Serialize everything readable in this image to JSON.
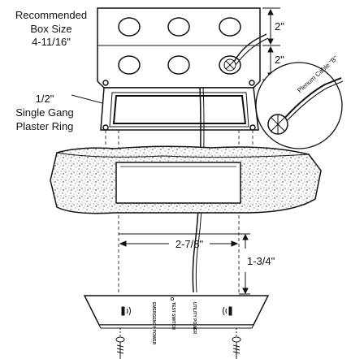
{
  "labels": {
    "box_size_line1": "Recommended",
    "box_size_line2": "Box Size",
    "box_size_line3": "4-11/16\"",
    "ring_line1": "1/2\"",
    "ring_line2": "Single Gang",
    "ring_line3": "Plaster Ring",
    "dim_top": "2\"",
    "dim_mid": "2\"",
    "dim_width": "2-7/8\"",
    "dim_height": "1-3/4\"",
    "plenum_cable": "Plenum Cable \"B\"",
    "plate_left": "EMERGENCY POWER",
    "plate_center": "TEST SWITCH",
    "plate_right": "UTILITY POWER"
  }
}
